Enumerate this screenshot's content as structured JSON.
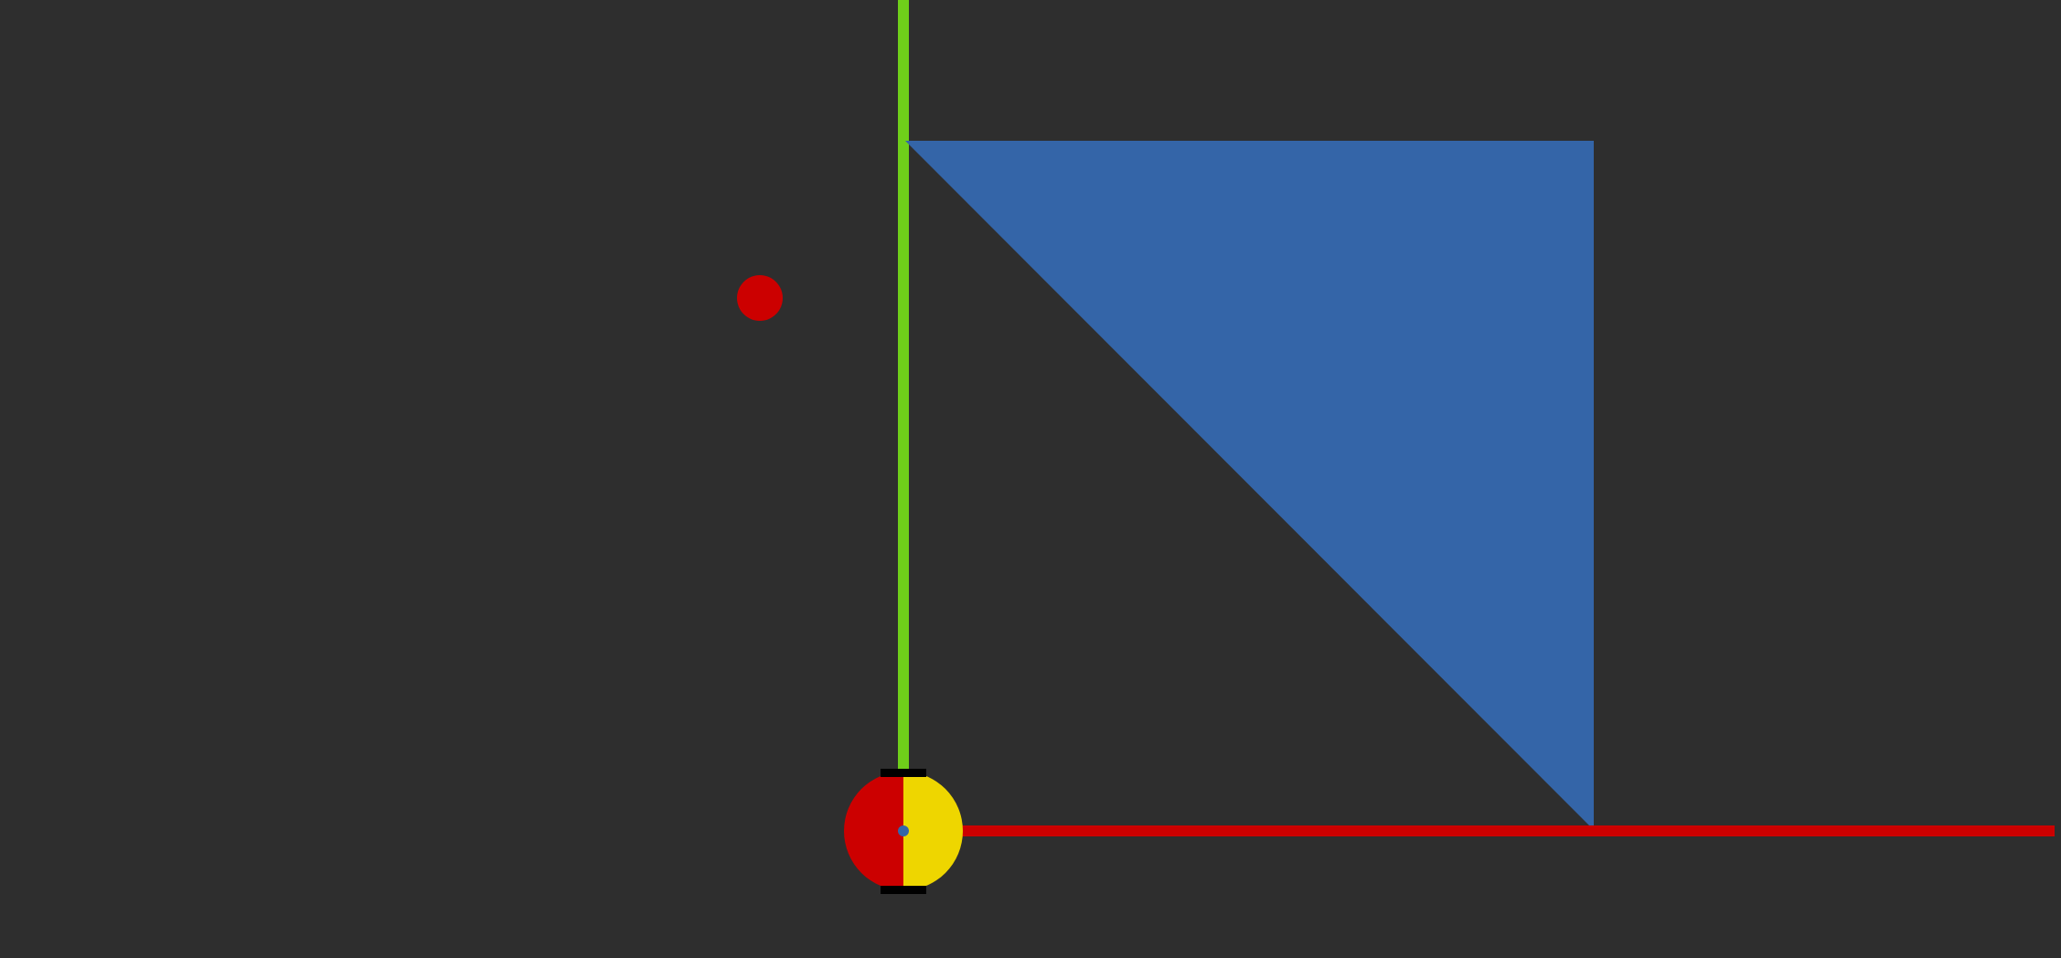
{
  "scene": {
    "background_color": "#2e2e2e",
    "objects": [
      {
        "name": "green-vertical-line",
        "kind": "line",
        "color": "#6fcf1a"
      },
      {
        "name": "blue-triangle",
        "kind": "triangle",
        "color": "#3465a8"
      },
      {
        "name": "red-horizontal-line",
        "kind": "line",
        "color": "#cc0000"
      },
      {
        "name": "red-dot",
        "kind": "circle",
        "color": "#cc0000"
      },
      {
        "name": "robot-left-half",
        "kind": "half-circle",
        "color": "#cc0000"
      },
      {
        "name": "robot-right-half",
        "kind": "half-circle",
        "color": "#eed600"
      },
      {
        "name": "robot-top-wheel",
        "kind": "bar",
        "color": "#000000"
      },
      {
        "name": "robot-bottom-wheel",
        "kind": "bar",
        "color": "#000000"
      },
      {
        "name": "robot-center-dot",
        "kind": "circle",
        "color": "#3465a8"
      }
    ]
  }
}
